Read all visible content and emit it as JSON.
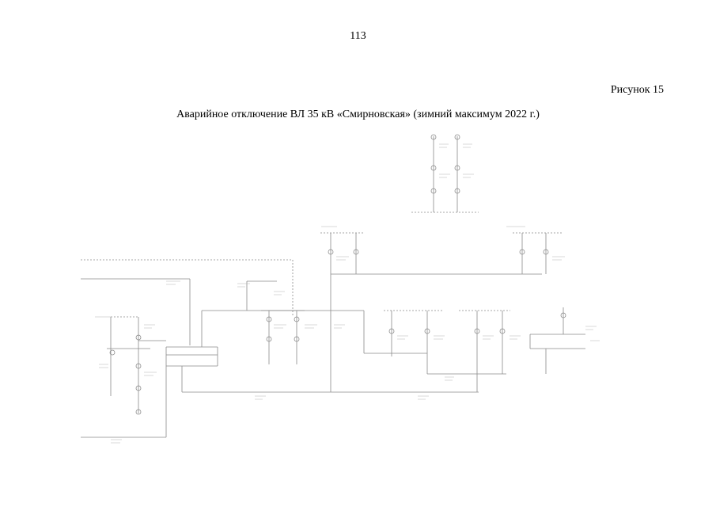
{
  "page": {
    "number": "113",
    "figure_label": "Рисунок 15",
    "caption": "Аварийное отключение ВЛ 35 кВ «Смирновская» (зимний максимум 2022 г.)"
  },
  "colors": {
    "line": "#8a8a8a",
    "dotted": "#a0a0a0",
    "text": "#000000"
  }
}
